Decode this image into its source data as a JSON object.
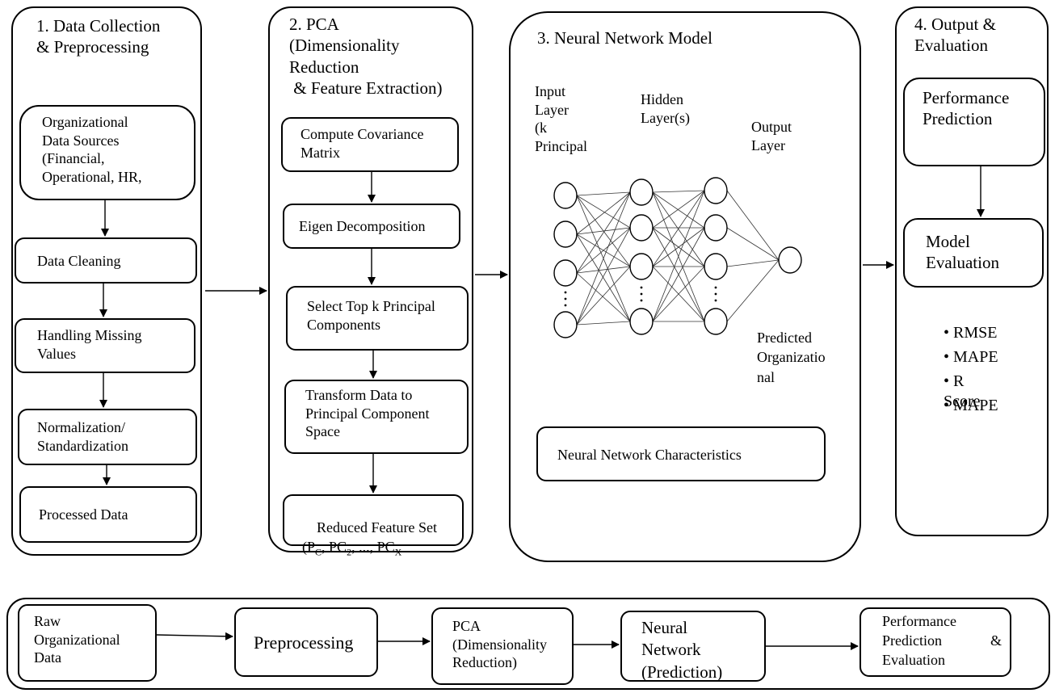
{
  "stage1": {
    "title": "1. Data Collection\n& Preprocessing",
    "sources": "Organizational\nData Sources\n(Financial,\nOperational, HR,",
    "cleaning": "Data Cleaning",
    "missing": "Handling Missing\nValues",
    "normalization": "Normalization/\nStandardization",
    "processed": "Processed Data"
  },
  "stage2": {
    "title": "2. PCA\n(Dimensionality\nReduction\n & Feature Extraction)",
    "covariance": "Compute Covariance\nMatrix",
    "eigen": "Eigen Decomposition",
    "select": "Select Top k Principal\nComponents",
    "transform": "Transform Data to\nPrincipal Component\nSpace",
    "reduced_line1": "Reduced Feature Set",
    "reduced_line2_prefix": "(P",
    "reduced_sub1": "C",
    "reduced_mid1": ", PC",
    "reduced_sub2": "2",
    "reduced_mid2": ", ..., PC",
    "reduced_sub3": "X"
  },
  "stage3": {
    "title": "3. Neural Network Model",
    "input_layer": "Input\nLayer\n(k\nPrincipal",
    "hidden_layer": "Hidden\nLayer(s)",
    "output_layer": "Output\nLayer",
    "predicted": "Predicted\nOrganizatio\nnal",
    "characteristics": "Neural Network Characteristics"
  },
  "stage4": {
    "title": "4. Output &\nEvaluation",
    "prediction": "Performance\nPrediction",
    "evaluation": "Model\nEvaluation",
    "metrics": [
      "RMSE",
      "MAPE",
      "R Score",
      "MAPE"
    ]
  },
  "flow": {
    "raw": "Raw\nOrganizational\nData",
    "preprocessing": "Preprocessing",
    "pca": "PCA\n(Dimensionality\nReduction)",
    "nn": "Neural\nNetwork\n(Prediction)",
    "output_line1": "Performance",
    "output_line2a": "Prediction",
    "output_line2b": "&",
    "output_line3": "Evaluation"
  },
  "colors": {
    "stroke": "#000000",
    "node_fill": "#ffffff",
    "edge": "#333333",
    "background": "#ffffff"
  }
}
